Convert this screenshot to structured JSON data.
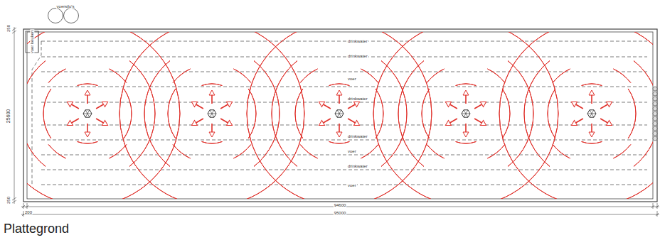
{
  "diagram": {
    "caption": "Plattegrond",
    "labels": [
      "voersilo's",
      "voer keuken",
      "25600",
      "250",
      "250",
      "94600",
      "95000",
      "200",
      "drinkwater",
      "drinkwater",
      "voer",
      "drinkwater",
      "drinkwater",
      "voer",
      "drinkwater",
      "voer"
    ]
  }
}
